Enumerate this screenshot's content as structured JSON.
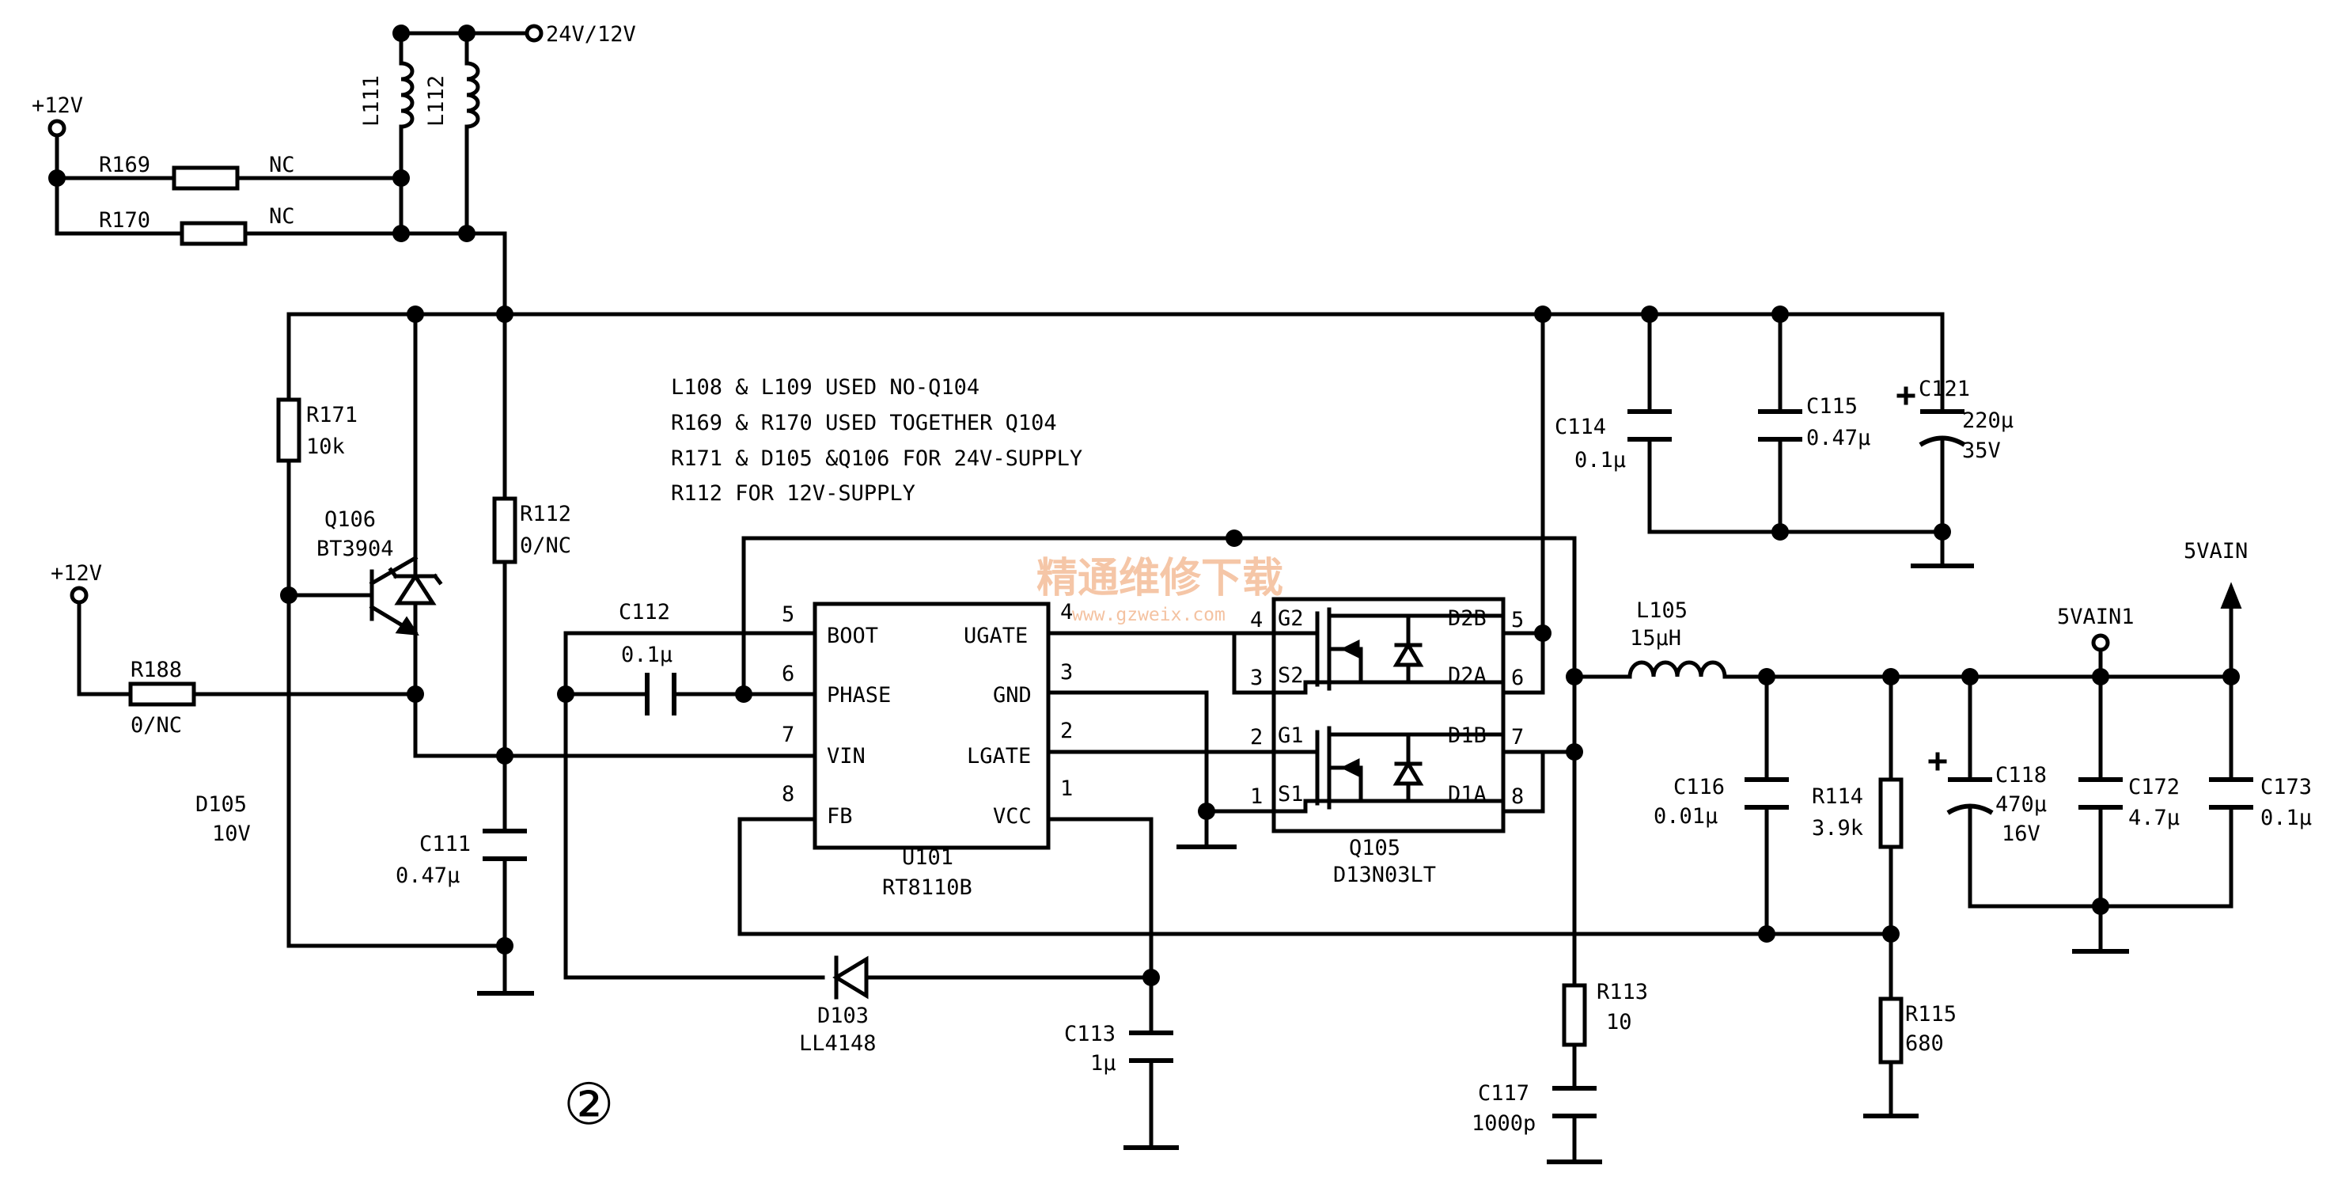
{
  "nets": {
    "vin": "24V/12V",
    "p12a": "+12V",
    "p12b": "+12V",
    "out": "5VAIN",
    "out1": "5VAIN1"
  },
  "notes": [
    "L108 & L109 USED NO-Q104",
    "R169 & R170 USED TOGETHER Q104",
    "R171 & D105 &Q106 FOR 24V-SUPPLY",
    "R112 FOR 12V-SUPPLY"
  ],
  "parts": {
    "l111": {
      "ref": "L111"
    },
    "l112": {
      "ref": "L112"
    },
    "r169": {
      "ref": "R169",
      "val": "NC"
    },
    "r170": {
      "ref": "R170",
      "val": "NC"
    },
    "r171": {
      "ref": "R171",
      "val": "10k"
    },
    "q106": {
      "ref": "Q106",
      "val": "BT3904"
    },
    "r112": {
      "ref": "R112",
      "val": "0/NC"
    },
    "r188": {
      "ref": "R188",
      "val": "0/NC"
    },
    "d105": {
      "ref": "D105",
      "val": "10V"
    },
    "c111": {
      "ref": "C111",
      "val": "0.47μ"
    },
    "c112": {
      "ref": "C112",
      "val": "0.1μ"
    },
    "u101": {
      "ref": "U101",
      "val": "RT8110B"
    },
    "q105": {
      "ref": "Q105",
      "val": "D13N03LT"
    },
    "d103": {
      "ref": "D103",
      "val": "LL4148"
    },
    "c113": {
      "ref": "C113",
      "val": "1μ"
    },
    "c114": {
      "ref": "C114",
      "val": "0.1μ"
    },
    "c115": {
      "ref": "C115",
      "val": "0.47μ"
    },
    "c121": {
      "ref": "C121",
      "val": "220μ",
      "volt": "35V"
    },
    "l105": {
      "ref": "L105",
      "val": "15μH"
    },
    "c116": {
      "ref": "C116",
      "val": "0.01μ"
    },
    "r114": {
      "ref": "R114",
      "val": "3.9k"
    },
    "c118": {
      "ref": "C118",
      "val": "470μ",
      "volt": "16V"
    },
    "c172": {
      "ref": "C172",
      "val": "4.7μ"
    },
    "c173": {
      "ref": "C173",
      "val": "0.1μ"
    },
    "r113": {
      "ref": "R113",
      "val": "10"
    },
    "c117": {
      "ref": "C117",
      "val": "1000p"
    },
    "r115": {
      "ref": "R115",
      "val": "680"
    }
  },
  "ic_pins": {
    "left": [
      {
        "num": "5",
        "name": "BOOT"
      },
      {
        "num": "6",
        "name": "PHASE"
      },
      {
        "num": "7",
        "name": "VIN"
      },
      {
        "num": "8",
        "name": "FB"
      }
    ],
    "right": [
      {
        "num": "4",
        "name": "UGATE"
      },
      {
        "num": "3",
        "name": "GND"
      },
      {
        "num": "2",
        "name": "LGATE"
      },
      {
        "num": "1",
        "name": "VCC"
      }
    ]
  },
  "mosfet_pins": {
    "left": [
      {
        "num": "4",
        "name": "G2"
      },
      {
        "num": "3",
        "name": "S2"
      },
      {
        "num": "2",
        "name": "G1"
      },
      {
        "num": "1",
        "name": "S1"
      }
    ],
    "right": [
      {
        "num": "5",
        "name": "D2B"
      },
      {
        "num": "6",
        "name": "D2A"
      },
      {
        "num": "7",
        "name": "D1B"
      },
      {
        "num": "8",
        "name": "D1A"
      }
    ]
  },
  "figure_mark": "②",
  "watermark": {
    "title": "精通维修下载",
    "url": "www.gzweix.com"
  }
}
